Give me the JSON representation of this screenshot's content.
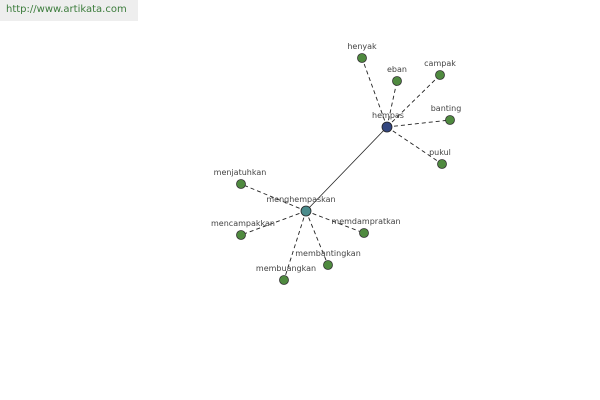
{
  "url": "http://www.artikata.com",
  "colors": {
    "leaf": "#4f8a3f",
    "hub_hempas": "#33467f",
    "hub_menghempaskan": "#4b8c8c",
    "link": "#3c7c3c"
  },
  "graph": {
    "hubs": [
      {
        "id": "hempas",
        "label": "hempas"
      },
      {
        "id": "menghempaskan",
        "label": "menghempaskan"
      }
    ],
    "hub_link": {
      "from": "menghempaskan",
      "to": "hempas"
    },
    "leaves": [
      {
        "id": "henyak",
        "label": "henyak",
        "hub": "hempas"
      },
      {
        "id": "eban",
        "label": "eban",
        "hub": "hempas"
      },
      {
        "id": "campak",
        "label": "campak",
        "hub": "hempas"
      },
      {
        "id": "banting",
        "label": "banting",
        "hub": "hempas"
      },
      {
        "id": "pukul",
        "label": "pukul",
        "hub": "hempas"
      },
      {
        "id": "menjatuhkan",
        "label": "menjatuhkan",
        "hub": "menghempaskan"
      },
      {
        "id": "mencampakkan",
        "label": "mencampakkan",
        "hub": "menghempaskan"
      },
      {
        "id": "memdampratkan",
        "label": "memdampratkan",
        "hub": "menghempaskan"
      },
      {
        "id": "membantingkan",
        "label": "membantingkan",
        "hub": "menghempaskan"
      },
      {
        "id": "membuangkan",
        "label": "membuangkan",
        "hub": "menghempaskan"
      }
    ]
  }
}
